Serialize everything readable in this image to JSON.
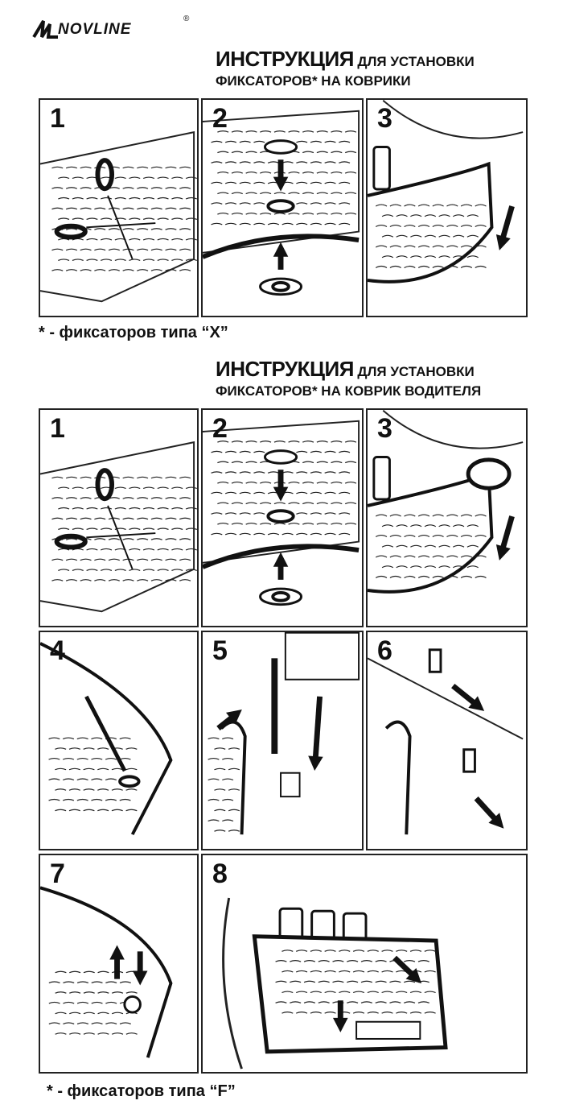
{
  "brand": {
    "name": "NOVLINE",
    "registered": "®"
  },
  "section1": {
    "title_big": "ИНСТРУКЦИЯ",
    "title_small": "ДЛЯ УСТАНОВКИ",
    "title_line2": "ФИКСАТОРОВ* НА КОВРИКИ",
    "steps": [
      "1",
      "2",
      "3"
    ],
    "footnote": "* - фиксаторов типа “X”"
  },
  "section2": {
    "title_big": "ИНСТРУКЦИЯ",
    "title_small": "ДЛЯ УСТАНОВКИ",
    "title_line2": "ФИКСАТОРОВ* НА КОВРИК ВОДИТЕЛЯ",
    "steps": [
      "1",
      "2",
      "3",
      "4",
      "5",
      "6",
      "7",
      "8"
    ],
    "footnote": "* - фиксаторов типа “F”"
  }
}
